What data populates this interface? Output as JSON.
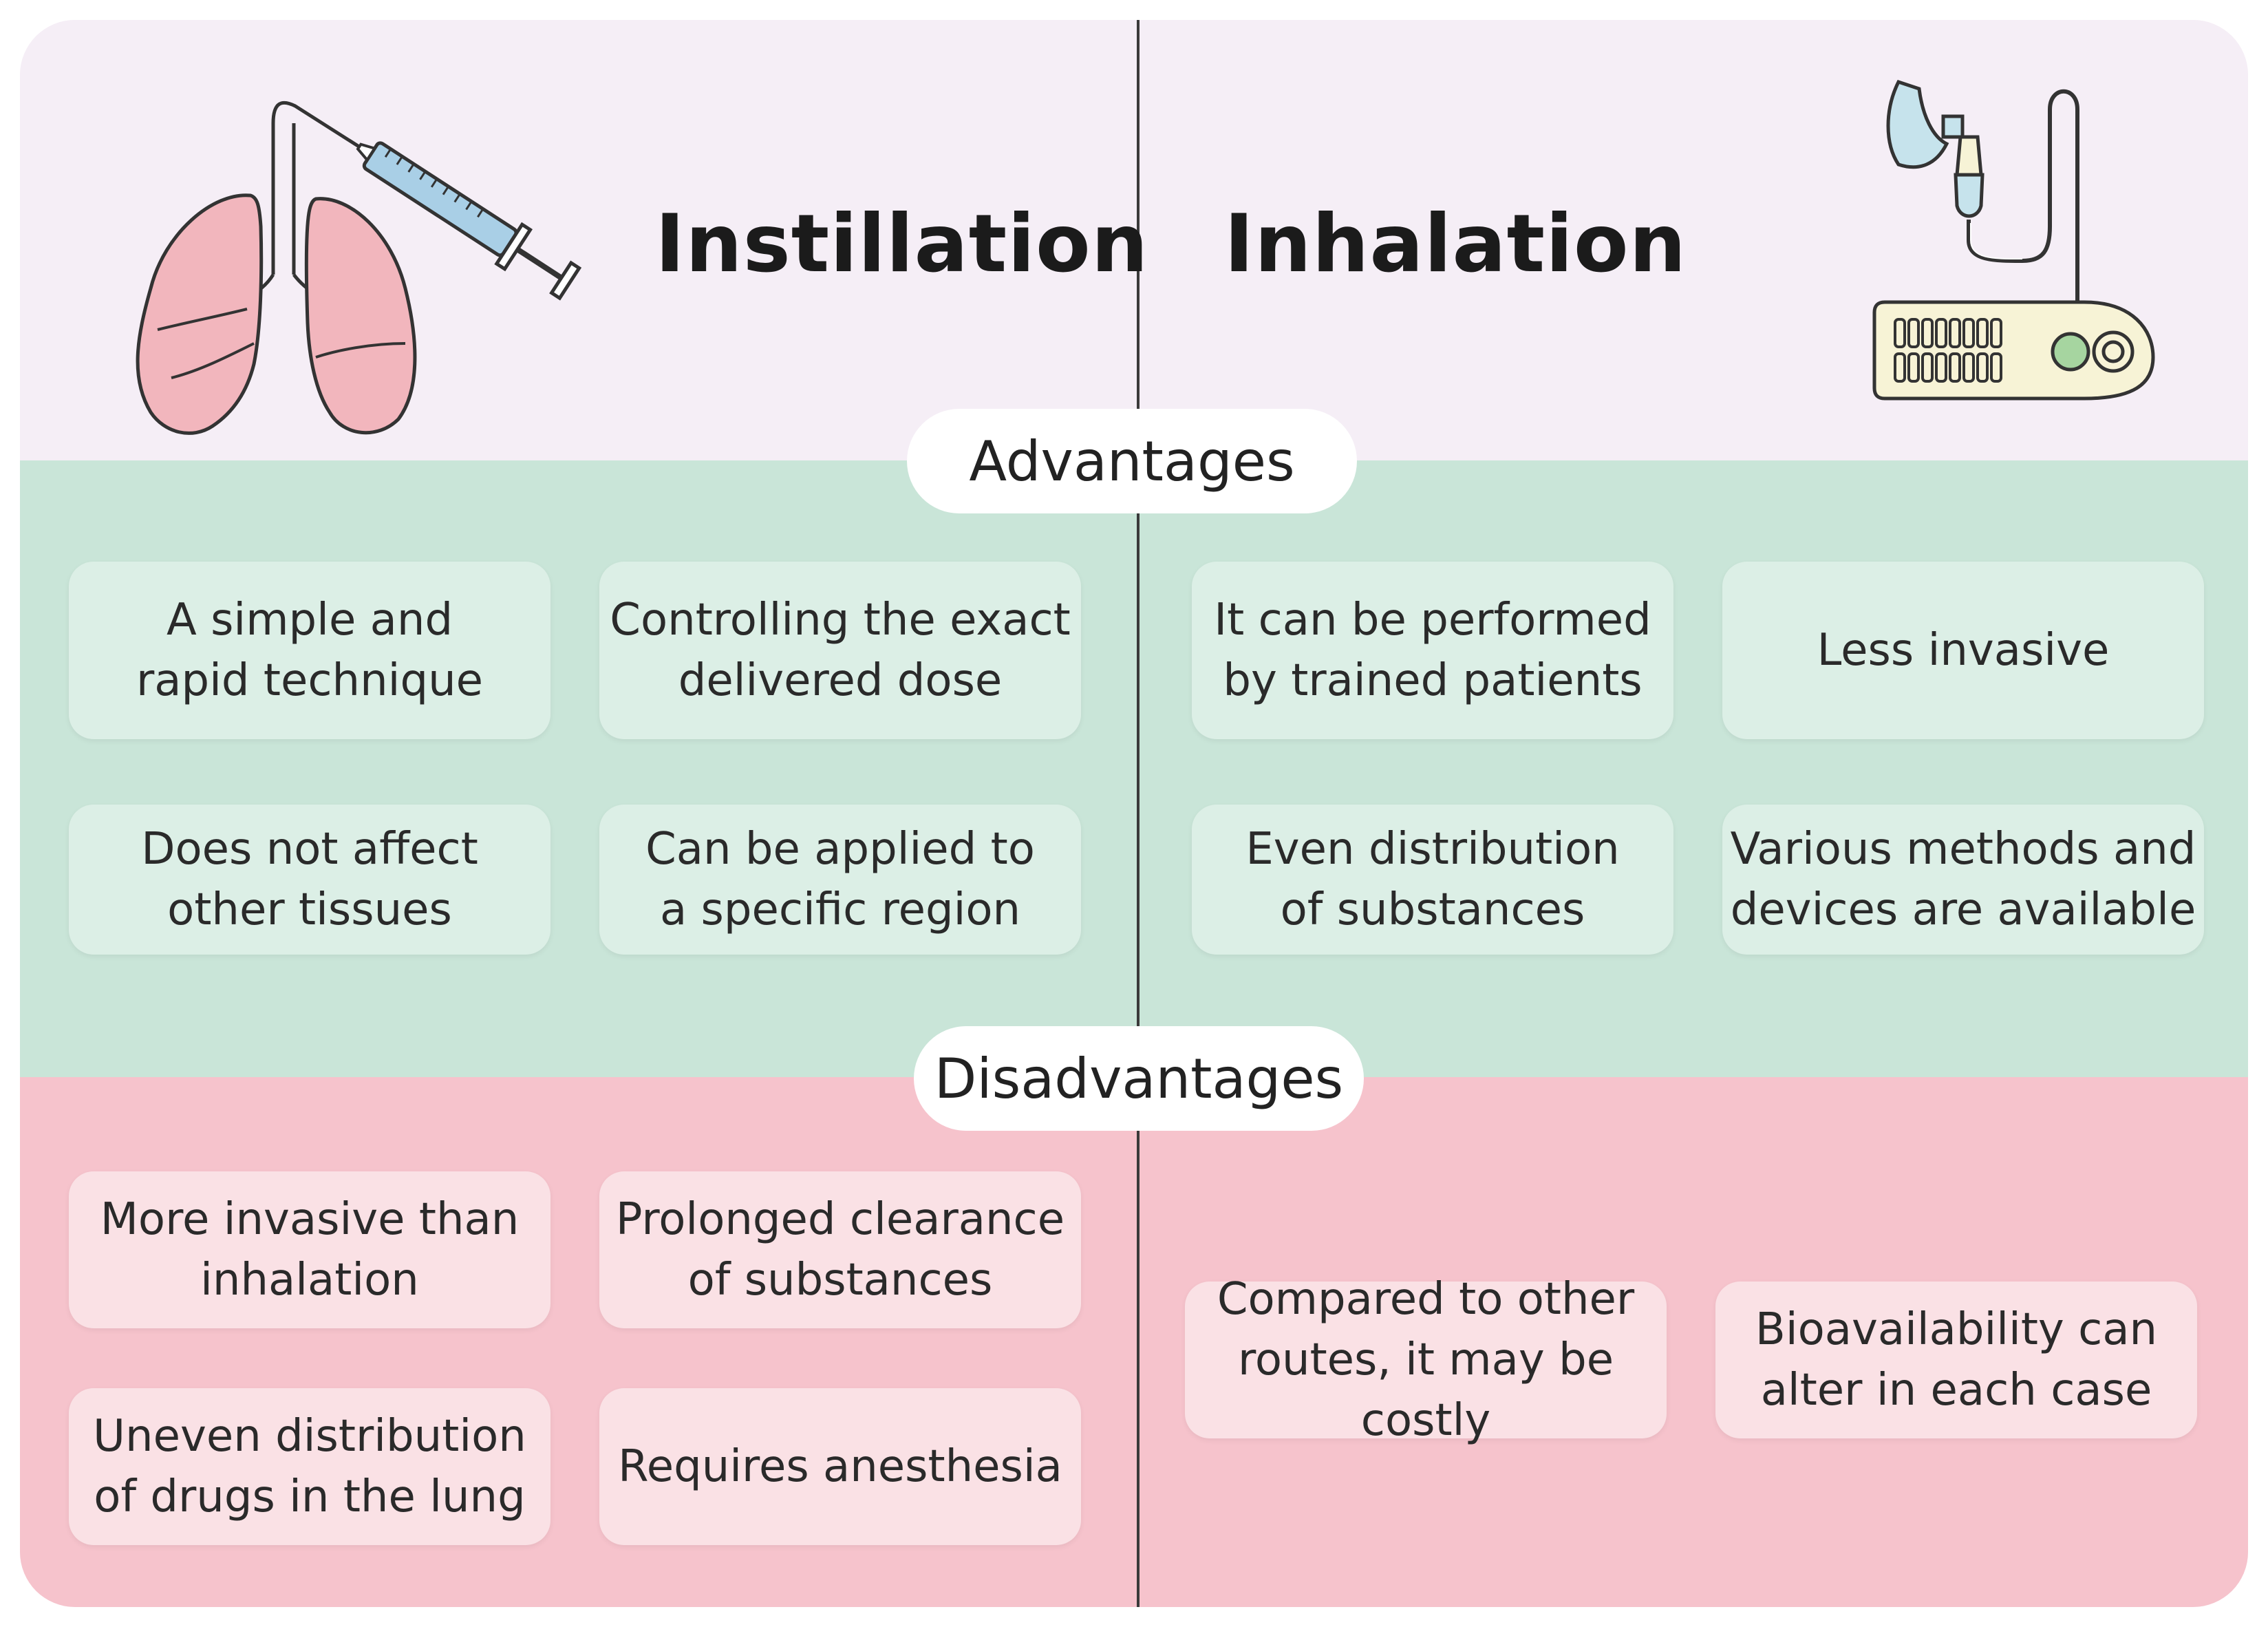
{
  "titles": {
    "left": "Instillation",
    "right": "Inhalation"
  },
  "sections": {
    "advantages": "Advantages",
    "disadvantages": "Disadvantages"
  },
  "advantages": {
    "instillation": [
      "A simple and\nrapid technique",
      "Controlling the exact\ndelivered dose",
      "Does not affect\nother tissues",
      "Can be applied to\na specific region"
    ],
    "inhalation": [
      "It can be performed\nby trained patients",
      "Less invasive",
      "Even distribution\nof substances",
      "Various methods and\ndevices are available"
    ]
  },
  "disadvantages": {
    "instillation": [
      "More invasive than\ninhalation",
      "Prolonged clearance\nof substances",
      "Uneven distribution\nof drugs in the lung",
      "Requires anesthesia"
    ],
    "inhalation": [
      "Compared to other\nroutes, it may be costly",
      "Bioavailability can\nalter in each case"
    ]
  },
  "colors": {
    "header_bg": "#f5eef6",
    "advantages_bg": "#c9e5d8",
    "advantages_box": "#dcefe6",
    "disadvantages_bg": "#f6c3cc",
    "disadvantages_box": "#fae1e5",
    "lung": "#f2b6bd",
    "syringe": "#a9cfe6",
    "nebulizer_body": "#f7f3d6",
    "mask": "#c6e3ec"
  },
  "icons": {
    "left": "lungs-with-syringe-icon",
    "right": "nebulizer-device-icon"
  }
}
